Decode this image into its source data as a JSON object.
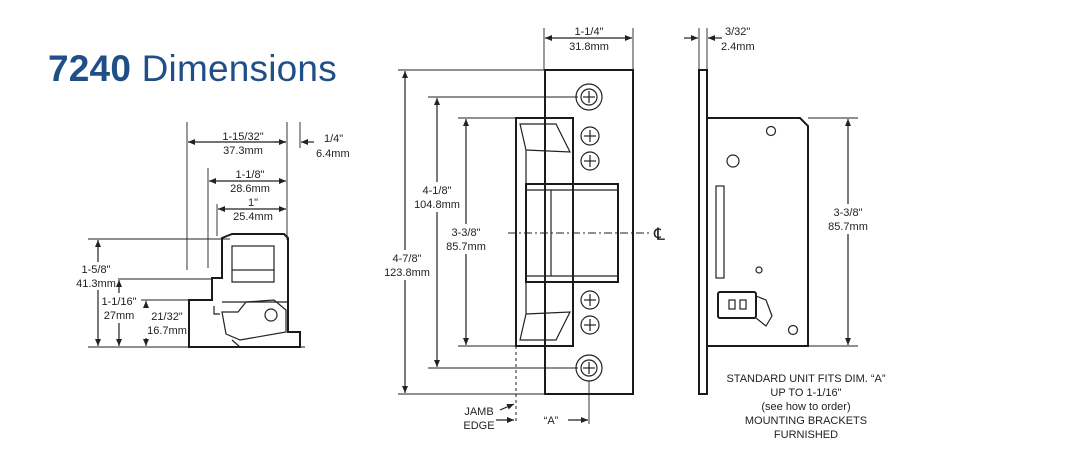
{
  "title": {
    "model": "7240",
    "word": "Dimensions"
  },
  "side_view": {
    "width_overall": {
      "in": "1-15/32\"",
      "mm": "37.3mm"
    },
    "width_body": {
      "in": "1-1/8\"",
      "mm": "28.6mm"
    },
    "width_inner": {
      "in": "1\"",
      "mm": "25.4mm"
    },
    "lip": {
      "in": "1/4\"",
      "mm": "6.4mm"
    },
    "height_overall": {
      "in": "1-5/8\"",
      "mm": "41.3mm"
    },
    "height_mid": {
      "in": "1-1/16\"",
      "mm": "27mm"
    },
    "height_low": {
      "in": "21/32\"",
      "mm": "16.7mm"
    }
  },
  "front_view": {
    "width": {
      "in": "1-1/4\"",
      "mm": "31.8mm"
    },
    "hole_spacing": {
      "in": "4-1/8\"",
      "mm": "104.8mm"
    },
    "body_height": {
      "in": "3-3/8\"",
      "mm": "85.7mm"
    },
    "overall_height": {
      "in": "4-7/8\"",
      "mm": "123.8mm"
    },
    "centerline": "℄",
    "jamb_label": [
      "JAMB",
      "EDGE"
    ],
    "a_label": "“A”"
  },
  "edge_view": {
    "thickness": {
      "in": "3/32\"",
      "mm": "2.4mm"
    },
    "body_height": {
      "in": "3-3/8\"",
      "mm": "85.7mm"
    }
  },
  "note": [
    "STANDARD UNIT FITS DIM. “A”",
    "UP TO 1-1/16\"",
    "(see how to order)",
    "MOUNTING BRACKETS",
    "FURNISHED"
  ]
}
